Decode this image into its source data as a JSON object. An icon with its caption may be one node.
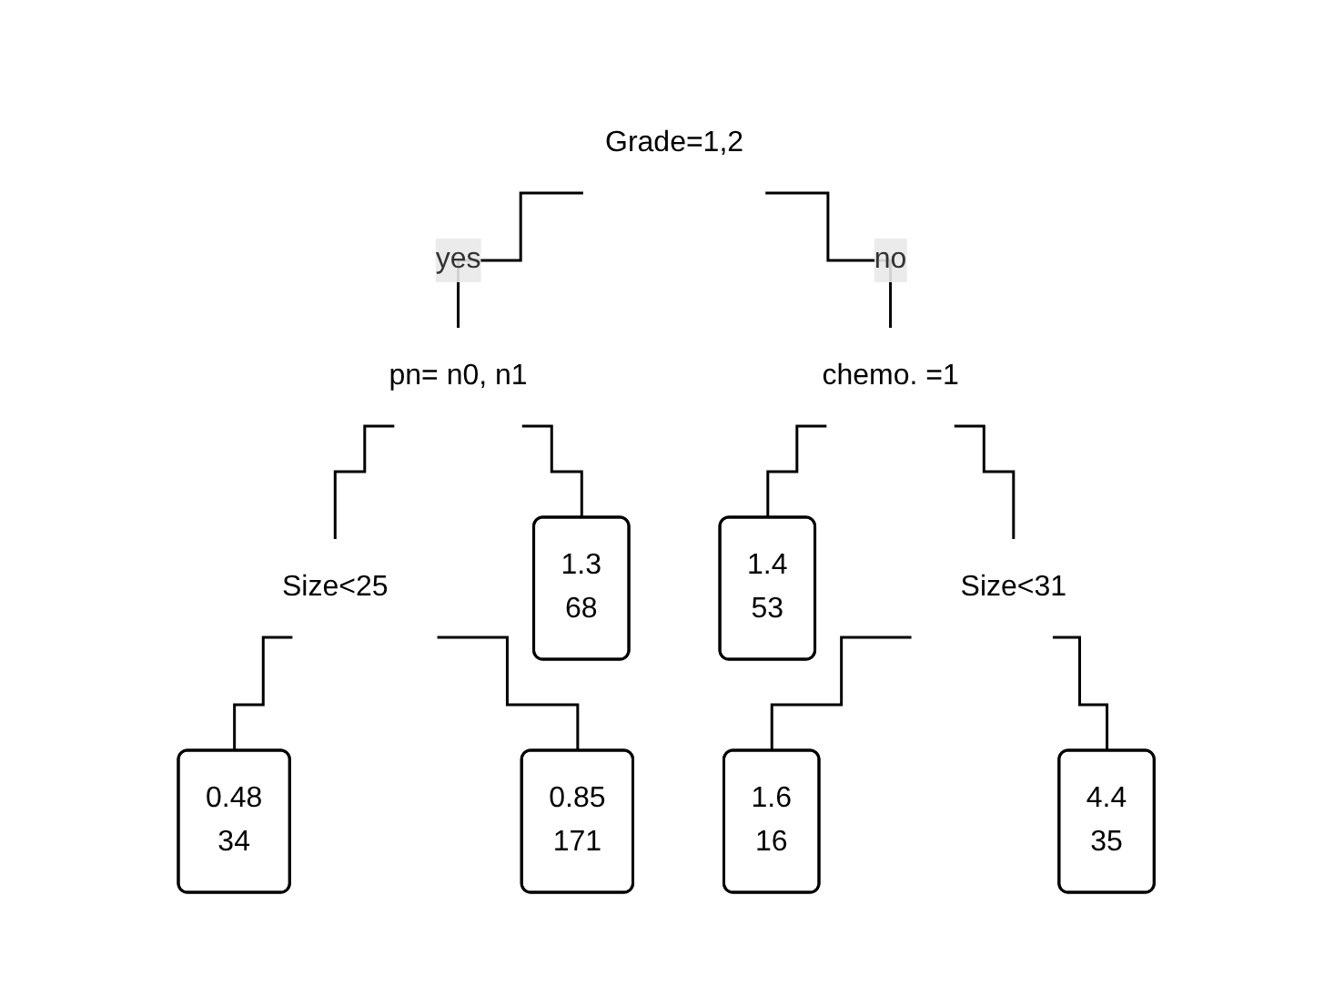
{
  "diagram": {
    "nodes": [
      {
        "text": [
          "Grade=1,2"
        ]
      },
      {
        "text": [
          "pn= n0, n1"
        ]
      },
      {
        "text": [
          "chemo. =1"
        ]
      },
      {
        "text": [
          "Size<25"
        ]
      },
      {
        "text": [
          "Size<31"
        ]
      },
      {
        "text": [
          "0.48",
          "34"
        ]
      },
      {
        "text": [
          "0.85",
          "171"
        ]
      },
      {
        "text": [
          "1.3",
          "68"
        ]
      },
      {
        "text": [
          "1.4",
          "53"
        ]
      },
      {
        "text": [
          "1.6",
          "16"
        ]
      },
      {
        "text": [
          "4.4",
          "35"
        ]
      }
    ],
    "edges": [
      {
        "from": 0,
        "to": 1,
        "arrow": "none",
        "label": "yes"
      },
      {
        "from": 0,
        "to": 2,
        "arrow": "none",
        "label": "no"
      },
      {
        "from": 1,
        "to": 3,
        "arrow": "none"
      },
      {
        "from": 1,
        "to": 7,
        "arrow": "none"
      },
      {
        "from": 2,
        "to": 8,
        "arrow": "none"
      },
      {
        "from": 2,
        "to": 4,
        "arrow": "none"
      },
      {
        "from": 3,
        "to": 5,
        "arrow": "none"
      },
      {
        "from": 3,
        "to": 6,
        "arrow": "none"
      },
      {
        "from": 4,
        "to": 9,
        "arrow": "none"
      },
      {
        "from": 4,
        "to": 10,
        "arrow": "none"
      }
    ]
  }
}
